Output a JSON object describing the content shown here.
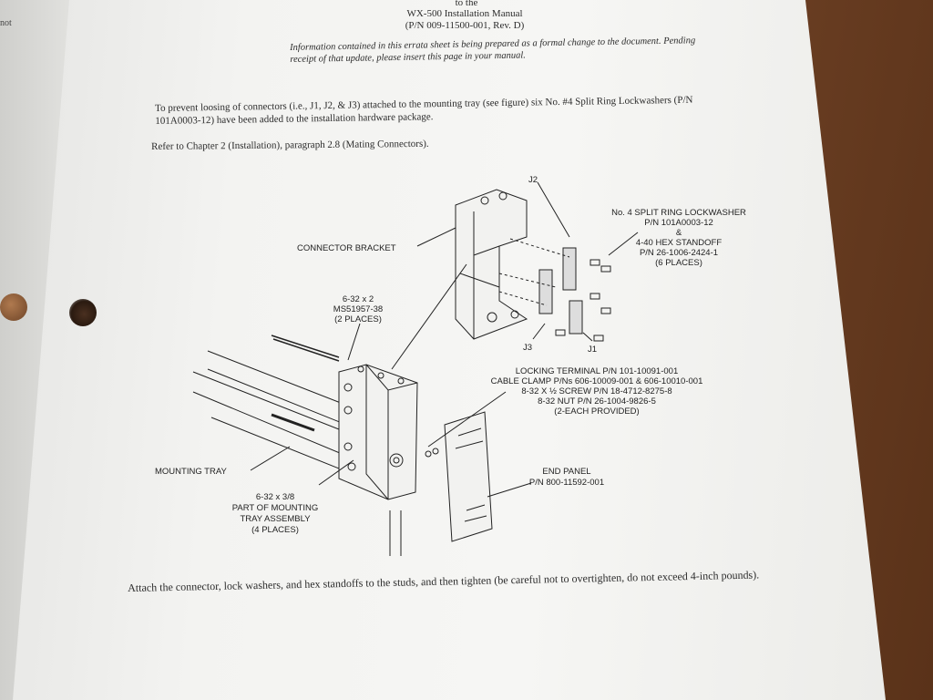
{
  "background_page": {
    "margin_text": "not"
  },
  "header": {
    "line1": "to the",
    "line2": "WX-500 Installation Manual",
    "line3": "(P/N 009-11500-001, Rev. D)"
  },
  "errata_note": "Information contained in this errata sheet is being prepared as a formal change to the document. Pending receipt of that update, please insert this page in your manual.",
  "body": {
    "para1": "To prevent loosing of connectors (i.e., J1, J2, & J3) attached to the mounting tray (see figure) six No. #4 Split Ring Lockwashers (P/N 101A0003-12) have been added to the installation hardware package.",
    "para2": "Refer to Chapter 2 (Installation), paragraph 2.8 (Mating Connectors).",
    "para3": "Attach the connector, lock washers, and hex standoffs to the studs, and then tighten (be careful not to overtighten, do not exceed 4-inch pounds)."
  },
  "figure": {
    "j2": "J2",
    "j3": "J3",
    "j1": "J1",
    "connector_bracket": "CONNECTOR BRACKET",
    "lockwasher": [
      "No. 4 SPLIT RING LOCKWASHER",
      "P/N 101A0003-12",
      "&",
      "4-40 HEX STANDOFF",
      "P/N 26-1006-2424-1",
      "(6 PLACES)"
    ],
    "screw_top": [
      "6-32 x 2",
      "MS51957-38",
      "(2 PLACES)"
    ],
    "locking_terminal": [
      "LOCKING TERMINAL P/N 101-10091-001",
      "CABLE CLAMP P/Ns 606-10009-001 & 606-10010-001",
      "8-32 X ½ SCREW P/N 18-4712-8275-8",
      "8-32 NUT P/N 26-1004-9826-5",
      "(2-EACH PROVIDED)"
    ],
    "mounting_tray": "MOUNTING TRAY",
    "end_panel": [
      "END PANEL",
      "P/N 800-11592-001"
    ],
    "screw_bottom": [
      "6-32 x 3/8",
      "PART OF MOUNTING",
      "TRAY ASSEMBLY",
      "(4 PLACES)"
    ]
  }
}
